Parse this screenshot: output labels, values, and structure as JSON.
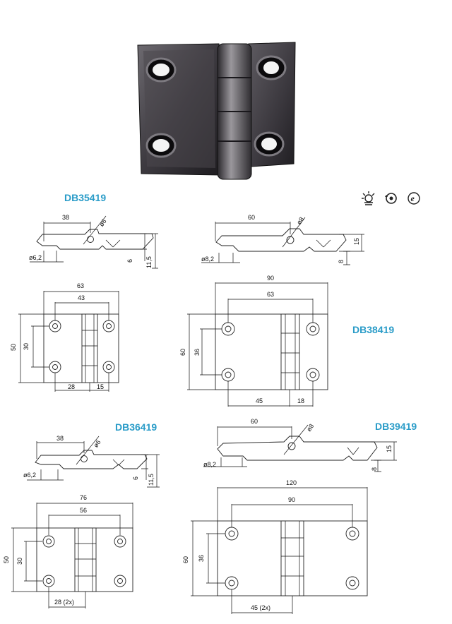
{
  "products": {
    "a": {
      "code": "DB35419"
    },
    "b": {
      "code": "DB38419"
    },
    "c": {
      "code": "DB36419"
    },
    "d": {
      "code": "DB39419"
    }
  },
  "dims": {
    "a_side": {
      "width": "38",
      "pin": "ø6",
      "hole": "ø6,2",
      "thick": "6",
      "height": "11,5"
    },
    "b_side": {
      "width": "60",
      "pin": "ø8",
      "hole": "ø8,2",
      "thick": "8",
      "height": "15"
    },
    "a_front": {
      "total": "63",
      "inner": "43",
      "h_total": "50",
      "h_inner": "30",
      "bottom_left": "28",
      "bottom_right": "15"
    },
    "b_front": {
      "total": "90",
      "inner": "63",
      "h_total": "60",
      "h_inner": "36",
      "bottom_left": "45",
      "bottom_right": "18"
    },
    "c_side": {
      "width": "38",
      "pin": "ø6",
      "hole": "ø6,2",
      "thick": "6",
      "height": "11,5"
    },
    "d_side": {
      "width": "60",
      "pin": "ø8",
      "hole": "ø8,2",
      "thick": "8",
      "height": "15"
    },
    "c_front": {
      "total": "76",
      "inner": "56",
      "h_total": "50",
      "h_inner": "30",
      "bottom": "28 (2x)"
    },
    "d_front": {
      "total": "120",
      "inner": "90",
      "h_total": "60",
      "h_inner": "36",
      "bottom": "45 (2x)"
    }
  },
  "icons": [
    "weather-resistant-icon",
    "rotation-icon",
    "e-certification-icon"
  ],
  "colors": {
    "code_text": "#2a9cc8",
    "metal_dark": "#2c2a2e",
    "metal_mid": "#5a575c",
    "metal_light": "#8a878c"
  }
}
